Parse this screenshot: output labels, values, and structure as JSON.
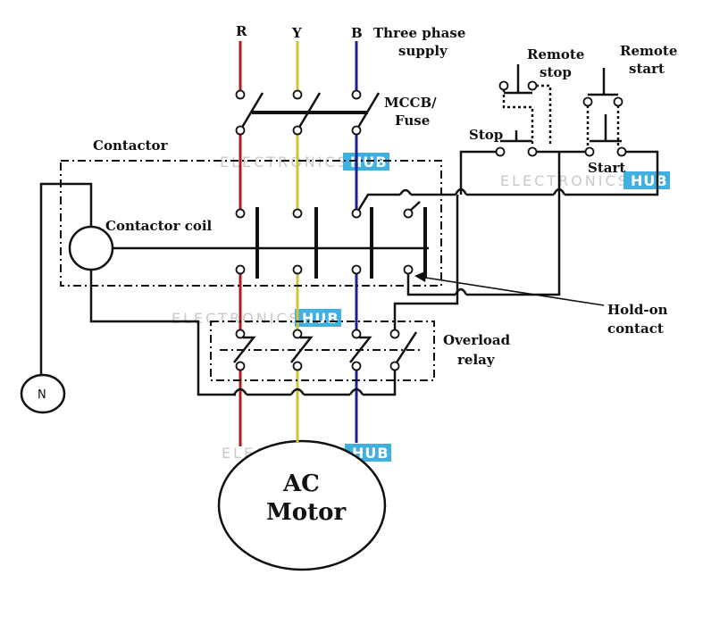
{
  "labels": {
    "phase_r": "R",
    "phase_y": "Y",
    "phase_b": "B",
    "supply_line1": "Three phase",
    "supply_line2": "supply",
    "mccb_line1": "MCCB/",
    "mccb_line2": "Fuse",
    "contactor": "Contactor",
    "contactor_coil": "Contactor coil",
    "remote_stop_line1": "Remote",
    "remote_stop_line2": "stop",
    "remote_start_line1": "Remote",
    "remote_start_line2": "start",
    "stop": "Stop",
    "start": "Start",
    "hold_on_line1": "Hold-on",
    "hold_on_line2": "contact",
    "overload_line1": "Overload",
    "overload_line2": "relay",
    "neutral": "N",
    "motor_line1": "AC",
    "motor_line2": "Motor"
  },
  "watermark": {
    "text": "ELECTRONICS",
    "badge": "HUB"
  },
  "colors": {
    "phase_r": "#b01c1c",
    "phase_y": "#cfc437",
    "phase_b": "#1b1f9e",
    "wire": "#111111",
    "watermark_badge": "#3fb0e0"
  }
}
